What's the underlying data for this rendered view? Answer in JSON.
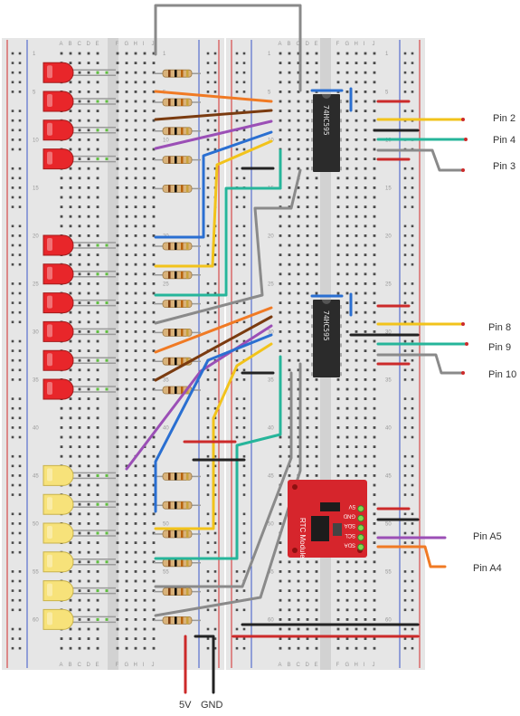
{
  "chips": [
    {
      "label": "74HC595"
    },
    {
      "label": "74HC595"
    }
  ],
  "rtc": {
    "title": "RTC Module",
    "pins": [
      "5V",
      "GND",
      "SDA",
      "SCL",
      "SDA"
    ]
  },
  "arduino_pins": [
    {
      "label": "Pin 2",
      "color": "#f2d21b"
    },
    {
      "label": "Pin 4",
      "color": "#26b59a"
    },
    {
      "label": "Pin 3",
      "color": "#8a8a8a"
    },
    {
      "label": "Pin 8",
      "color": "#f2d21b"
    },
    {
      "label": "Pin 9",
      "color": "#26b59a"
    },
    {
      "label": "Pin 10",
      "color": "#8a8a8a"
    },
    {
      "label": "Pin A5",
      "color": "#9b4fb6"
    },
    {
      "label": "Pin A4",
      "color": "#f07a24"
    }
  ],
  "power": {
    "v5": "5V",
    "gnd": "GND"
  },
  "breadboard": {
    "column_letters_left": [
      "A",
      "B",
      "C",
      "D",
      "E"
    ],
    "column_letters_right": [
      "F",
      "G",
      "H",
      "I",
      "J"
    ],
    "row_numbers": [
      "1",
      "5",
      "10",
      "15",
      "20",
      "25",
      "30",
      "35",
      "40",
      "45",
      "50",
      "55",
      "60"
    ]
  },
  "leds": {
    "red_count": 10,
    "yellow_count": 6,
    "red_color": "#e8262a",
    "yellow_color": "#f7e27a"
  },
  "colors": {
    "board": "#e6e6e6",
    "hole": "#4a4a4a",
    "green_hole": "#5fbf3f",
    "rail_red": "#d32b2b",
    "rail_blue": "#3a55c8",
    "chip": "#2b2b2b",
    "rtc_board": "#d6252c"
  }
}
